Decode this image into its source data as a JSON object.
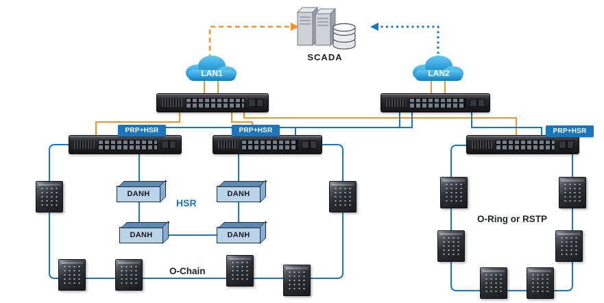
{
  "colors": {
    "lan_a_orange": "#F0922B",
    "lan_b_blue": "#1B75BC",
    "badge_background": "#1B75BC",
    "hsr_label_blue": "#1B75BC",
    "annotation_dark": "#1E222A"
  },
  "scada": {
    "label": "SCADA"
  },
  "clouds": [
    {
      "label": "LAN1"
    },
    {
      "label": "LAN2"
    }
  ],
  "badges": [
    {
      "label": "PRP+HSR"
    },
    {
      "label": "PRP+HSR"
    },
    {
      "label": "PRP+HSR"
    }
  ],
  "danh": [
    {
      "label": "DANH"
    },
    {
      "label": "DANH"
    },
    {
      "label": "DANH"
    },
    {
      "label": "DANH"
    }
  ],
  "annotations": {
    "hsr": "HSR",
    "ochain": "O-Chain",
    "oring": "O-Ring or RSTP"
  },
  "icons": {
    "scada": "server-stack-icon",
    "cloud": "cloud-icon",
    "rack_switch": "rackmount-switch-icon",
    "industrial_switch": "industrial-switch-icon",
    "danh_box": "danh-node-box-icon"
  }
}
